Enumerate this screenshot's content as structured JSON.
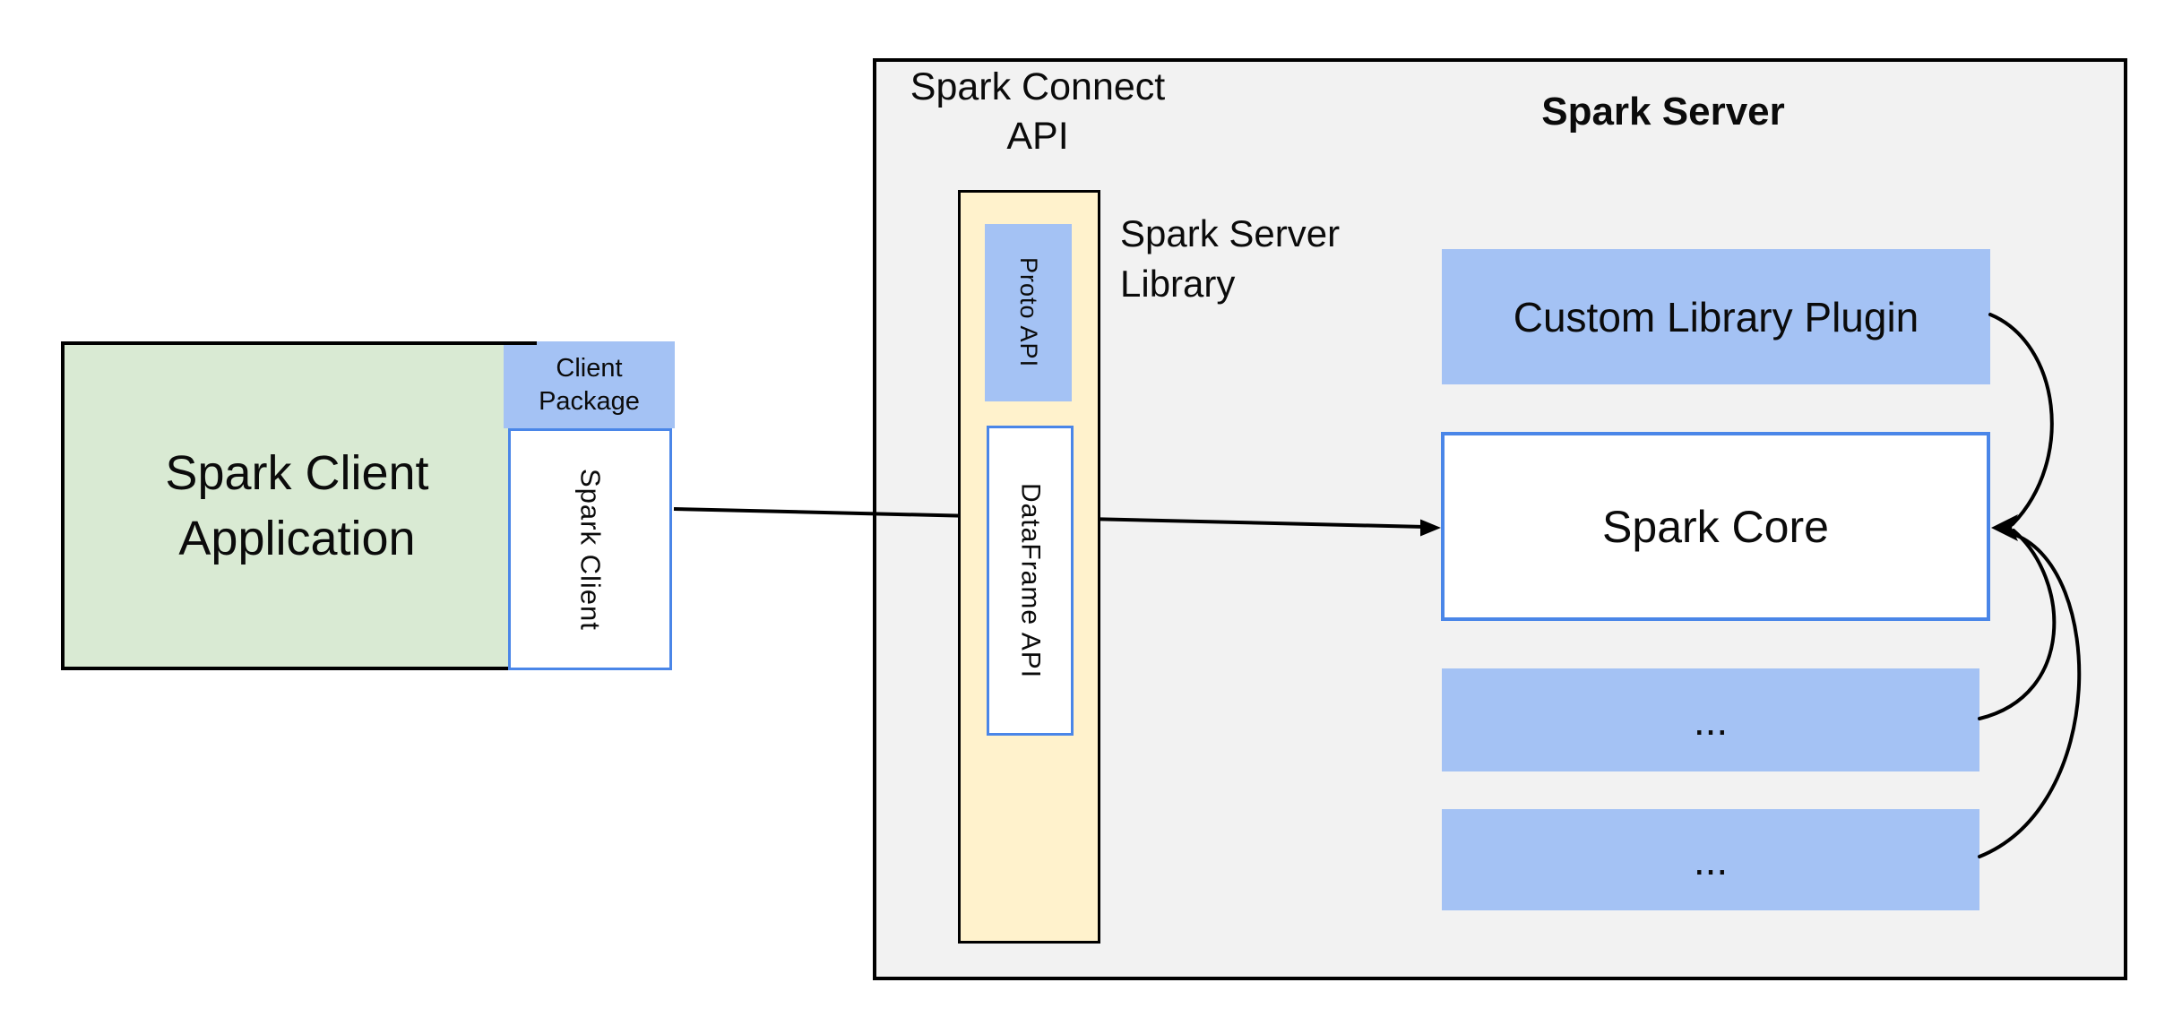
{
  "diagram": {
    "client_app": {
      "label": "Spark Client\nApplication",
      "fill": "#d9ead3"
    },
    "client_package": {
      "label": "Client\nPackage",
      "fill": "#a4c2f4"
    },
    "spark_client": {
      "label": "Spark Client",
      "fill": "#ffffff"
    },
    "connect_api_title": "Spark Connect\nAPI",
    "server_title": "Spark Server",
    "server_library_label": "Spark Server\nLibrary",
    "server_library_box": {
      "fill": "#fff2cc"
    },
    "proto_api": {
      "label": "Proto API",
      "fill": "#a4c2f4"
    },
    "dataframe_api": {
      "label": "DataFrame API",
      "fill": "#ffffff"
    },
    "custom_plugin": {
      "label": "Custom Library Plugin",
      "fill": "#a4c2f4"
    },
    "spark_core": {
      "label": "Spark Core",
      "fill": "#ffffff"
    },
    "ellipsis_1": {
      "label": "...",
      "fill": "#a4c2f4"
    },
    "ellipsis_2": {
      "label": "...",
      "fill": "#a4c2f4"
    },
    "colors": {
      "blue_fill": "#a4c2f4",
      "blue_border": "#4a86e8",
      "green_fill": "#d9ead3",
      "cream_fill": "#fff2cc",
      "panel_gray": "#f2f2f2",
      "line": "#000000"
    }
  }
}
